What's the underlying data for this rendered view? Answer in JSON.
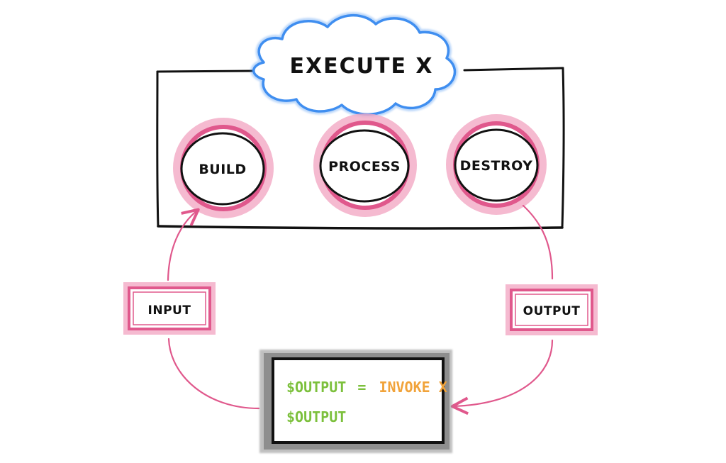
{
  "title": "EXECUTE X",
  "stages": [
    "BUILD",
    "PROCESS",
    "DESTROY"
  ],
  "io": {
    "input": "INPUT",
    "output": "OUTPUT"
  },
  "code": {
    "line1_var": "$OUTPUT",
    "line1_eq": "=",
    "line1_call": "INVOKE X",
    "line2_var": "$OUTPUT"
  },
  "colors": {
    "cloud": "#3f8ef0",
    "pink": "#e0588c",
    "pink_soft": "#f2a9c4",
    "var_green": "#7cc03c",
    "call_orange": "#f1a33a",
    "ink": "#111111",
    "shadow": "#8c8c8c"
  }
}
